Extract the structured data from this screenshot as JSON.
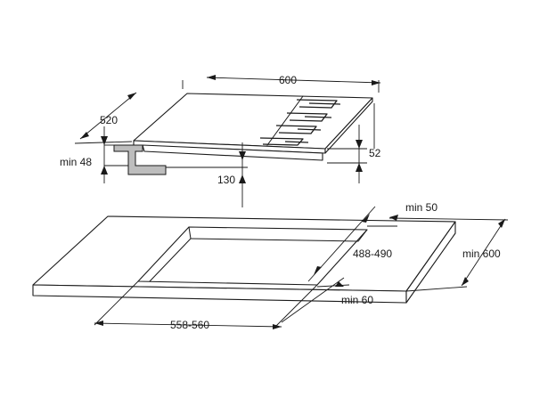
{
  "hob": {
    "width_label": "600",
    "depth_label": "520",
    "height_label": "52",
    "min_gap_label": "min 48",
    "clearance_label": "130"
  },
  "countertop": {
    "cutout_width_label": "558-560",
    "cutout_depth_label": "488-490",
    "min_back_label": "min 50",
    "min_front_label": "min 60",
    "min_depth_label": "min 600"
  },
  "colors": {
    "line": "#1a1a1a",
    "bracket_fill": "#bdbdbd",
    "background": "#ffffff"
  }
}
